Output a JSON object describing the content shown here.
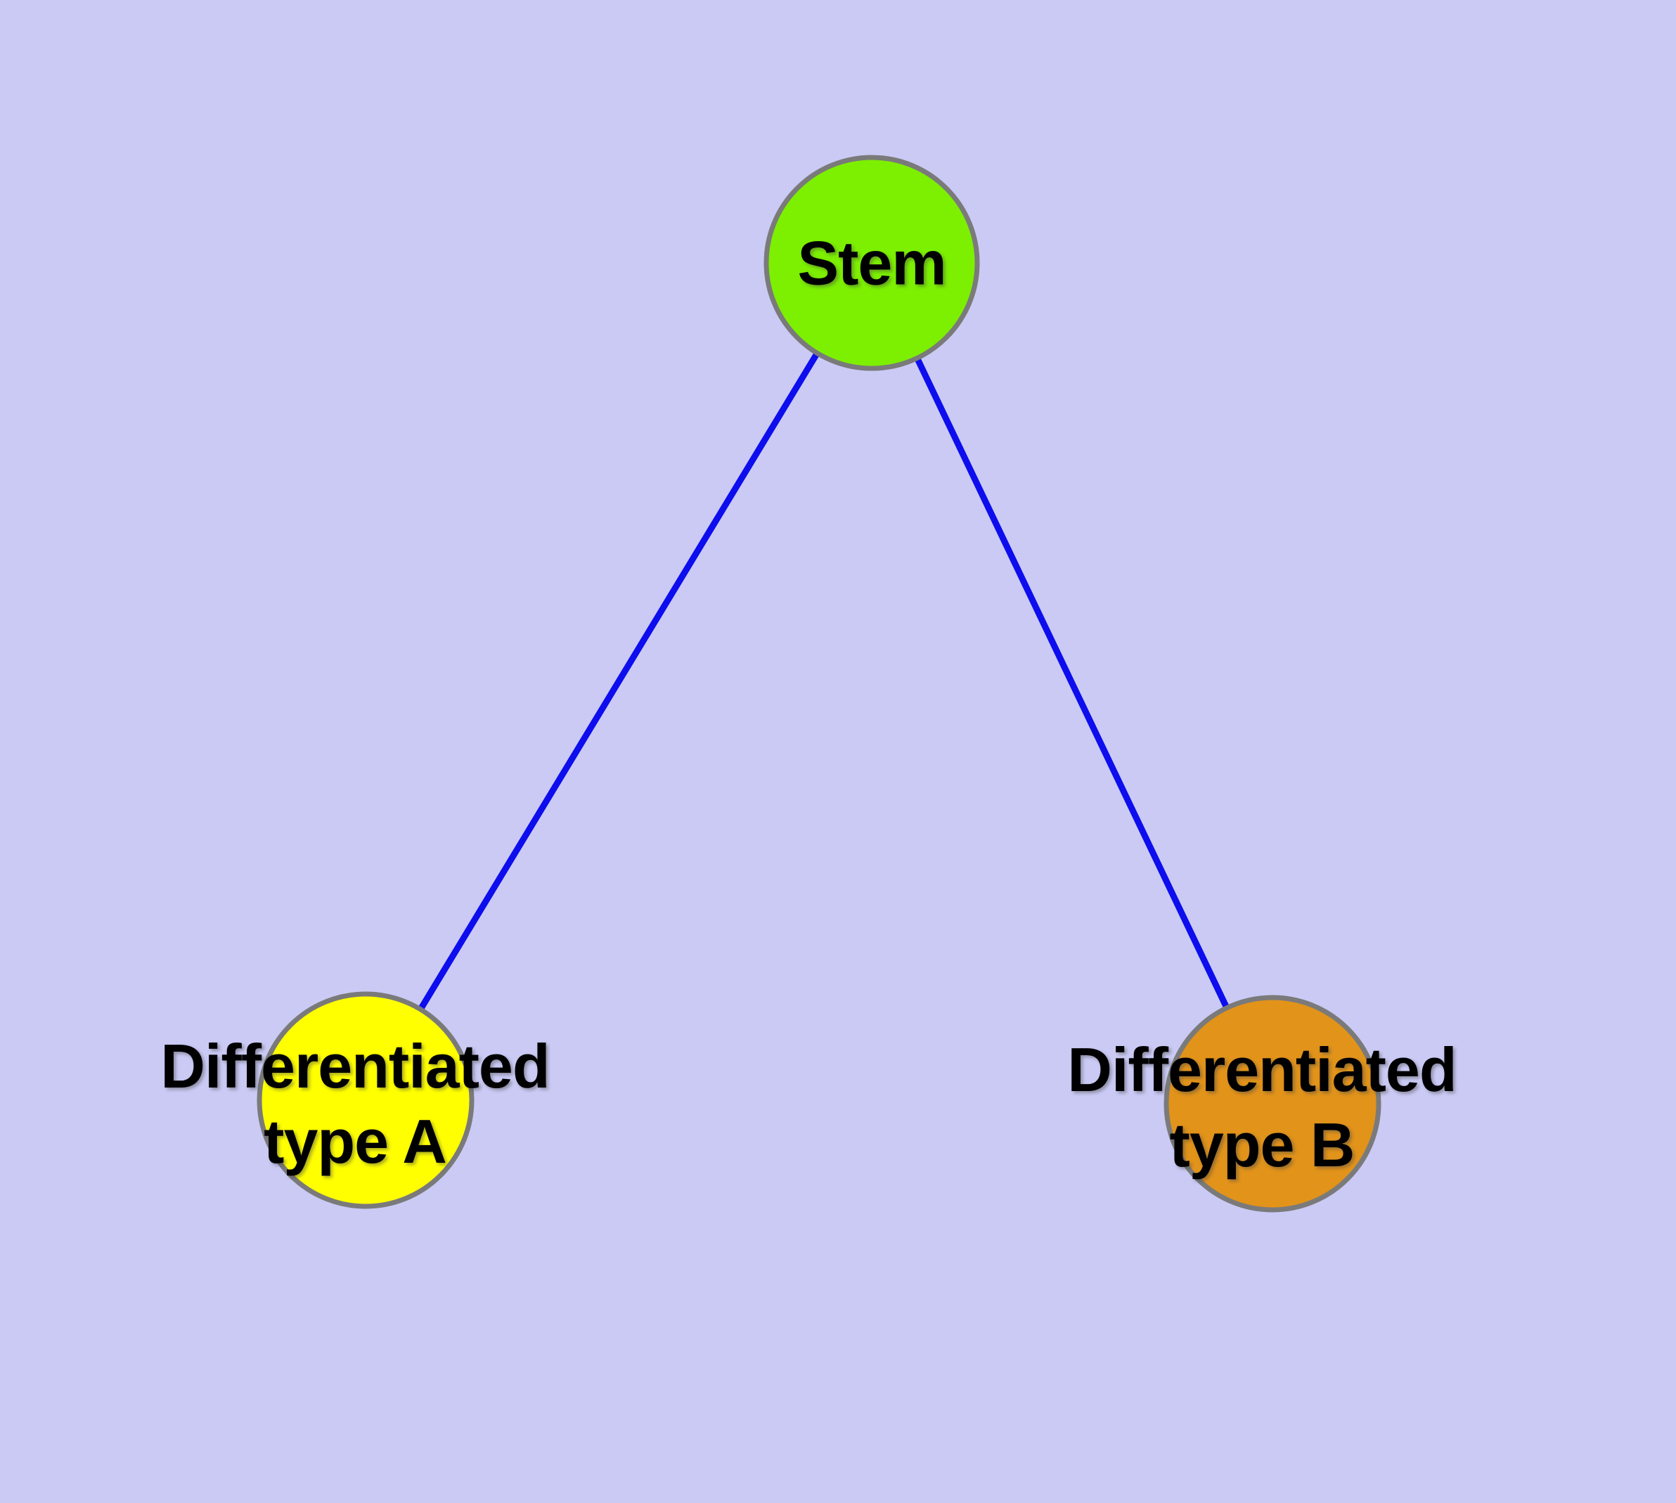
{
  "diagram": {
    "nodes": [
      {
        "id": "stem",
        "label": "Stem",
        "fill": "#7cf000"
      },
      {
        "id": "differentiated-type-a",
        "label": "Differentiated type A",
        "label_line1": "Differentiated",
        "label_line2": "type A",
        "fill": "#ffff00"
      },
      {
        "id": "differentiated-type-b",
        "label": "Differentiated type B",
        "label_line1": "Differentiated",
        "label_line2": "type B",
        "fill": "#e2931a"
      }
    ],
    "edges": [
      {
        "from": "stem",
        "to": "differentiated-type-a"
      },
      {
        "from": "stem",
        "to": "differentiated-type-b"
      }
    ],
    "colors": {
      "background": "#cacaf5",
      "edge": "#0d0dee",
      "node_border": "#7a7a7a",
      "label": "#000000"
    }
  }
}
